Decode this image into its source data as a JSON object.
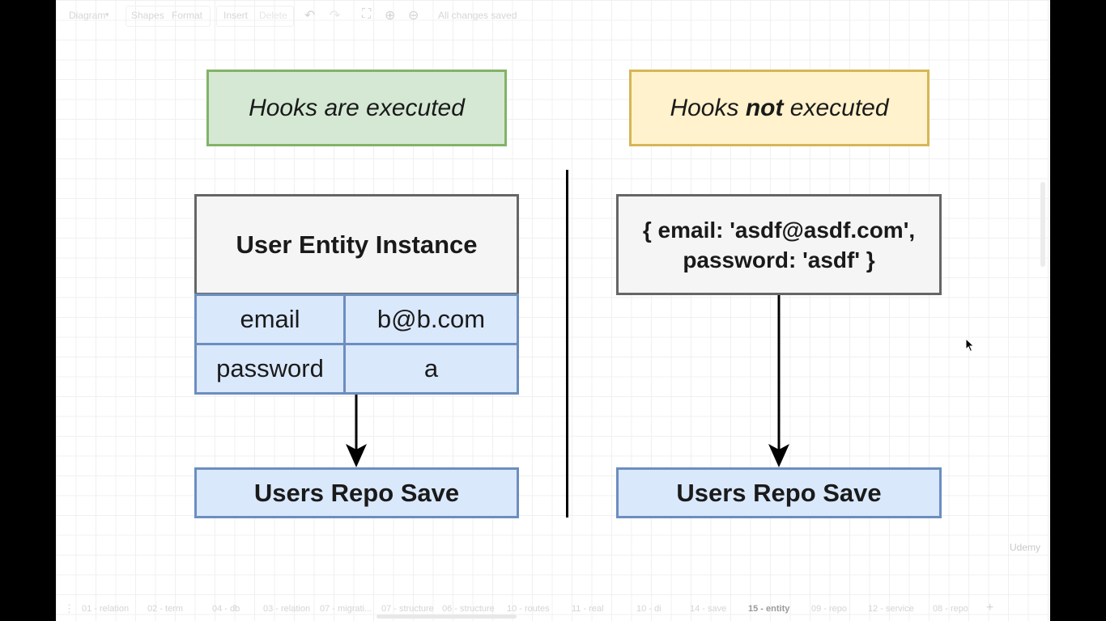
{
  "toolbar": {
    "diagram_menu": "Diagram",
    "shapes_tab": "Shapes",
    "format_tab": "Format",
    "insert_menu": "Insert",
    "delete_btn": "Delete",
    "status": "All changes saved"
  },
  "diagram": {
    "left_banner": "Hooks are executed",
    "right_banner_prefix": "Hooks ",
    "right_banner_emph": "not",
    "right_banner_suffix": " executed",
    "entity_title": "User Entity Instance",
    "email_label": "email",
    "email_value": "b@b.com",
    "password_label": "password",
    "password_value": "a",
    "object_line1": "{ email: 'asdf@asdf.com',",
    "object_line2": "password: 'asdf' }",
    "save_left": "Users Repo Save",
    "save_right": "Users Repo Save"
  },
  "pages": [
    {
      "label": "01 - relation"
    },
    {
      "label": "02 - term"
    },
    {
      "label": "04 - db"
    },
    {
      "label": "03 - relation"
    },
    {
      "label": "07 - migrati..."
    },
    {
      "label": "07 - structure"
    },
    {
      "label": "06 - structure"
    },
    {
      "label": "10 - routes"
    },
    {
      "label": "11 - real"
    },
    {
      "label": "10 - di"
    },
    {
      "label": "14 - save"
    },
    {
      "label": "15 - entity",
      "active": true
    },
    {
      "label": "09 - repo"
    },
    {
      "label": "12 - service"
    },
    {
      "label": "08 - repo"
    }
  ],
  "watermark": "Udemy",
  "colors": {
    "green_fill": "#d5e8d4",
    "green_border": "#82b366",
    "yellow_fill": "#fff2cc",
    "yellow_border": "#d6b656",
    "blue_fill": "#dae8fc",
    "blue_border": "#6c8ebf",
    "gray_fill": "#f5f5f5",
    "gray_border": "#666666"
  }
}
